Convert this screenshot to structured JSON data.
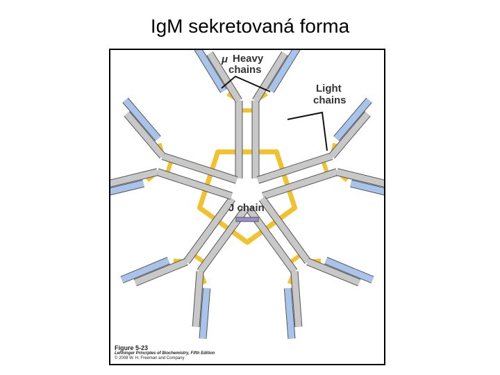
{
  "slide": {
    "title": "IgM sekretovaná forma"
  },
  "figure": {
    "labels": {
      "mu_symbol": "μ",
      "heavy_line1": "Heavy",
      "heavy_line2": "chains",
      "light_line1": "Light",
      "light_line2": "chains",
      "j_chain": "J chain"
    },
    "caption": {
      "figure_number": "Figure 5-23",
      "book": "Lehninger Principles of Biochemistry, Fifth Edition",
      "copyright": "© 2008 W. H. Freeman and Company"
    },
    "colors": {
      "heavy_chain": "#c8c8c8",
      "light_chain": "#a9c4ea",
      "disulfide_bond": "#f2c12e",
      "j_chain": "#9b8fcc",
      "outline": "#555555"
    },
    "monomer_count": 5
  }
}
